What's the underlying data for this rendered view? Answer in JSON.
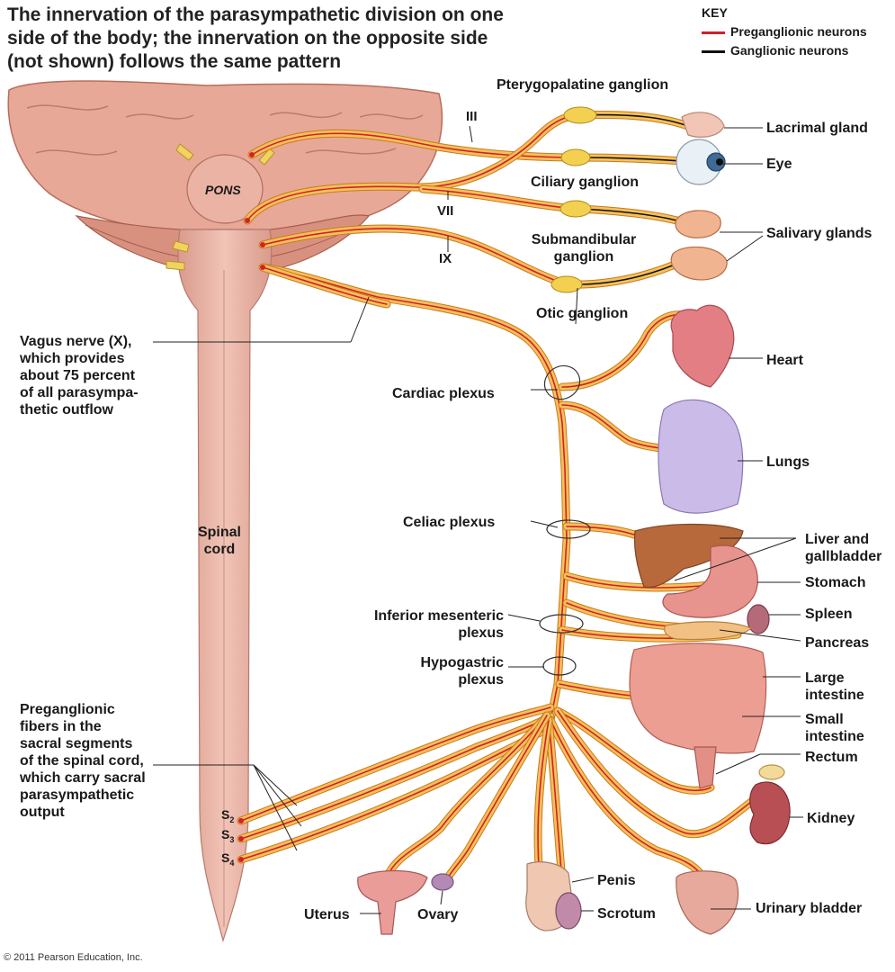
{
  "title": "The innervation of the parasympathetic division on one side of the body; the innervation on the opposite side (not shown) follows the same pattern",
  "key": {
    "heading": "KEY",
    "preganglionic": "Preganglionic neurons",
    "ganglionic": "Ganglionic neurons",
    "preganglionic_color": "#d4202a",
    "ganglionic_color": "#111111"
  },
  "brain_label": "PONS",
  "spinal_cord": "Spinal\ncord",
  "cranial_nerves": {
    "iii": "III",
    "vii": "VII",
    "ix": "IX"
  },
  "segments": {
    "s2": "S",
    "s3": "S",
    "s4": "S",
    "s2_sub": "2",
    "s3_sub": "3",
    "s4_sub": "4"
  },
  "ganglia": {
    "pterygopalatine": "Pterygopalatine ganglion",
    "ciliary": "Ciliary ganglion",
    "submandibular": "Submandibular\nganglion",
    "otic": "Otic ganglion"
  },
  "plexuses": {
    "cardiac": "Cardiac plexus",
    "celiac": "Celiac plexus",
    "inferior_mesenteric": "Inferior mesenteric\nplexus",
    "hypogastric": "Hypogastric\nplexus"
  },
  "left_notes": {
    "vagus": "Vagus nerve (X),\nwhich provides\nabout 75 percent\nof all parasympa-\nthetic outflow",
    "sacral": "Preganglionic\nfibers in the\nsacral segments\nof the spinal cord,\nwhich carry sacral\nparasympathetic\noutput"
  },
  "organs": {
    "lacrimal": "Lacrimal gland",
    "eye": "Eye",
    "salivary": "Salivary glands",
    "heart": "Heart",
    "lungs": "Lungs",
    "liver": "Liver and\ngallbladder",
    "stomach": "Stomach",
    "spleen": "Spleen",
    "pancreas": "Pancreas",
    "large_intestine": "Large\nintestine",
    "small_intestine": "Small\nintestine",
    "rectum": "Rectum",
    "kidney": "Kidney",
    "urinary_bladder": "Urinary bladder",
    "penis": "Penis",
    "scrotum": "Scrotum",
    "uterus": "Uterus",
    "ovary": "Ovary"
  },
  "colors": {
    "nerve_fill": "#f6c15a",
    "nerve_outline": "#c77a1e",
    "brain": "#e9a99a",
    "spinal_cord": "#e8b4a6",
    "organ_pink": "#e78e8a",
    "lung": "#c9b9e6",
    "liver": "#b86a3e"
  },
  "copyright": "© 2011 Pearson Education, Inc."
}
